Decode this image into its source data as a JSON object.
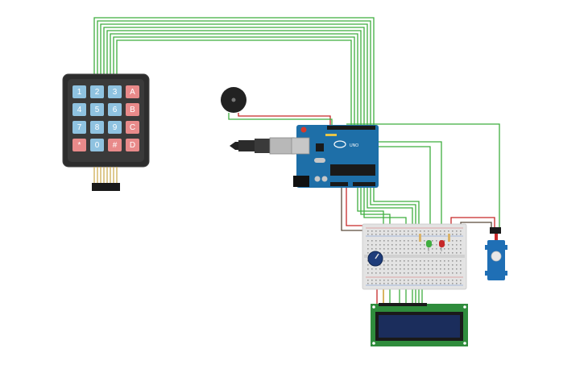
{
  "keypad": {
    "rows": [
      [
        "1",
        "2",
        "3",
        "A"
      ],
      [
        "4",
        "5",
        "6",
        "B"
      ],
      [
        "7",
        "8",
        "9",
        "C"
      ],
      [
        "*",
        "0",
        "#",
        "D"
      ]
    ]
  },
  "arduino": {
    "logo_text": "UNO"
  },
  "colors": {
    "wire_green": "#3fae3f",
    "wire_red": "#c62828",
    "wire_orange": "#e59a2e",
    "board_blue": "#1e6fa8",
    "keypad_blue": "#8fc2e0",
    "keypad_red": "#e88a8a",
    "lcd_green": "#2f8c3c",
    "lcd_screen": "#1b2d5c"
  }
}
